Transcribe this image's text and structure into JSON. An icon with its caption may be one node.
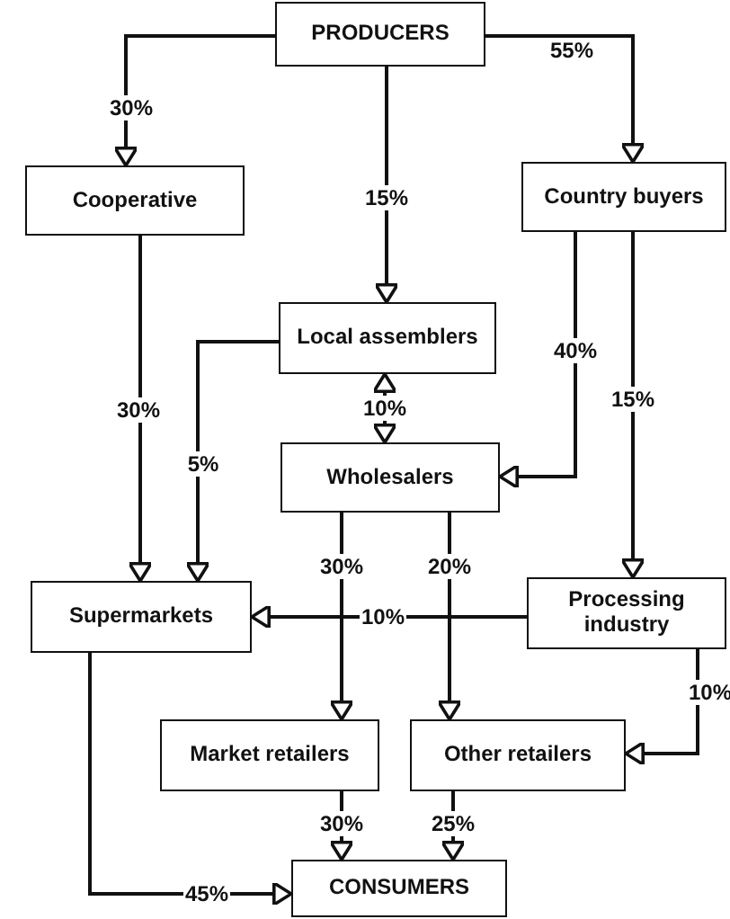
{
  "diagram": {
    "nodes": [
      {
        "text": [
          "PRODUCERS"
        ]
      },
      {
        "text": [
          "Cooperative"
        ]
      },
      {
        "text": [
          "Country buyers"
        ]
      },
      {
        "text": [
          "Local assemblers"
        ]
      },
      {
        "text": [
          "Wholesalers"
        ]
      },
      {
        "text": [
          "Supermarkets"
        ]
      },
      {
        "text": [
          "Processing industry"
        ]
      },
      {
        "text": [
          "Market retailers"
        ]
      },
      {
        "text": [
          "Other retailers"
        ]
      },
      {
        "text": [
          "CONSUMERS"
        ]
      }
    ],
    "edges": [
      {
        "from": 0,
        "to": 1,
        "arrow": "to",
        "label": "30%"
      },
      {
        "from": 0,
        "to": 3,
        "arrow": "to",
        "label": "15%"
      },
      {
        "from": 0,
        "to": 2,
        "arrow": "to",
        "label": "55%"
      },
      {
        "from": 1,
        "to": 5,
        "arrow": "to",
        "label": "30%"
      },
      {
        "from": 3,
        "to": 5,
        "arrow": "to",
        "label": "5%"
      },
      {
        "from": 3,
        "to": 4,
        "arrow": "both",
        "label": "10%"
      },
      {
        "from": 2,
        "to": 4,
        "arrow": "to",
        "label": "40%"
      },
      {
        "from": 2,
        "to": 6,
        "arrow": "to",
        "label": "15%"
      },
      {
        "from": 4,
        "to": 7,
        "arrow": "to",
        "label": "30%"
      },
      {
        "from": 4,
        "to": 8,
        "arrow": "to",
        "label": "20%"
      },
      {
        "from": 6,
        "to": 5,
        "arrow": "to",
        "label": "10%"
      },
      {
        "from": 6,
        "to": 8,
        "arrow": "to",
        "label": "10%"
      },
      {
        "from": 7,
        "to": 9,
        "arrow": "to",
        "label": "30%"
      },
      {
        "from": 8,
        "to": 9,
        "arrow": "to",
        "label": "25%"
      },
      {
        "from": 5,
        "to": 9,
        "arrow": "to",
        "label": "45%"
      }
    ]
  }
}
